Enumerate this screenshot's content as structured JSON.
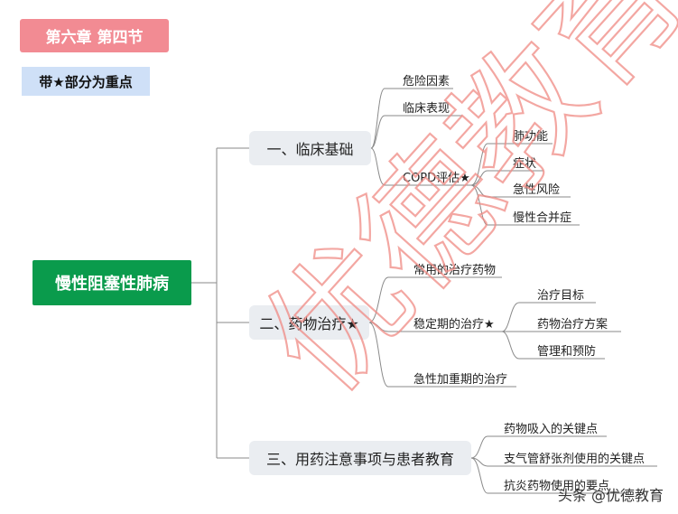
{
  "tags": {
    "chapter": "第六章  第四节",
    "note": "带★部分为重点"
  },
  "root": "慢性阻塞性肺病",
  "branches": [
    {
      "label": "一、临床基础",
      "children": [
        "危险因素",
        "临床表现",
        "COPD评估★"
      ],
      "sub": [
        "肺功能",
        "症状",
        "急性风险",
        "慢性合并症"
      ]
    },
    {
      "label": "二、药物治疗★",
      "children": [
        "常用的治疗药物",
        "稳定期的治疗★",
        "急性加重期的治疗"
      ],
      "sub": [
        "治疗目标",
        "药物治疗方案",
        "管理和预防"
      ]
    },
    {
      "label": "三、用药注意事项与患者教育",
      "children": [
        "药物吸入的关键点",
        "支气管舒张剂使用的关键点",
        "抗炎药物使用的要点"
      ]
    }
  ],
  "watermark": "优德教育",
  "footer": "头条 @优德教育",
  "colors": {
    "chapter_bg": "#f28b93",
    "note_bg": "#cfe0f7",
    "root_bg": "#0a9b4c",
    "watermark": "#f08a84"
  }
}
